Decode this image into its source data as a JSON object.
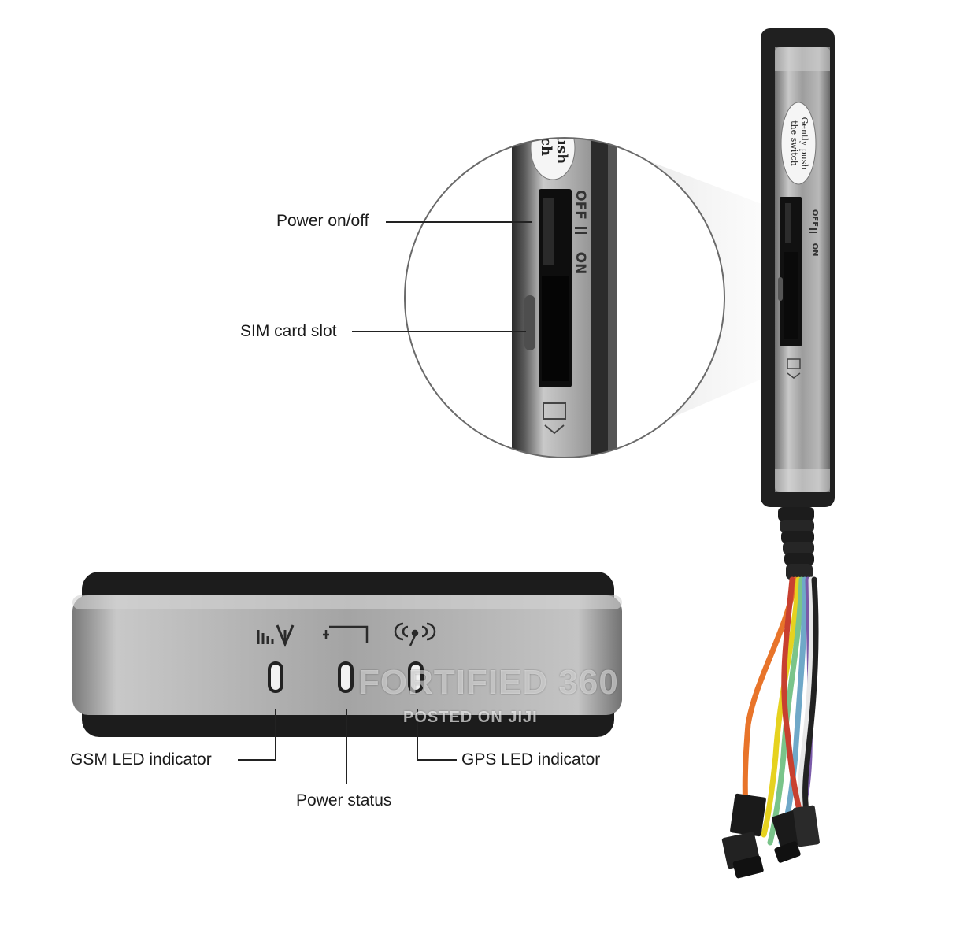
{
  "callouts": {
    "power_onoff": "Power on/off",
    "sim_slot": "SIM card slot",
    "gsm_led": "GSM LED indicator",
    "power_status": "Power status",
    "gps_led": "GPS LED indicator"
  },
  "device_markings": {
    "push_label_line1": "Gently push",
    "push_label_line2": "the switch",
    "zoom_push_fragment_1": "ush",
    "zoom_push_fragment_2": "ch",
    "switch_off": "OFF",
    "switch_on": "ON"
  },
  "watermark": {
    "main": "FORTIFIED 360",
    "sub": "POSTED ON JIJI"
  },
  "colors": {
    "case_black": "#1c1c1c",
    "metal_silver": "#9a9a9a",
    "wire_orange": "#e8742a",
    "wire_yellow": "#e6d21f",
    "wire_green": "#7ac48a",
    "wire_blue": "#6fa8c8",
    "wire_purple": "#7a5aa8",
    "wire_white": "#e8e8e8",
    "wire_red": "#c84030",
    "wire_black": "#222222"
  },
  "icons": [
    "gsm-signal-icon",
    "battery-icon",
    "gps-satellite-icon"
  ]
}
